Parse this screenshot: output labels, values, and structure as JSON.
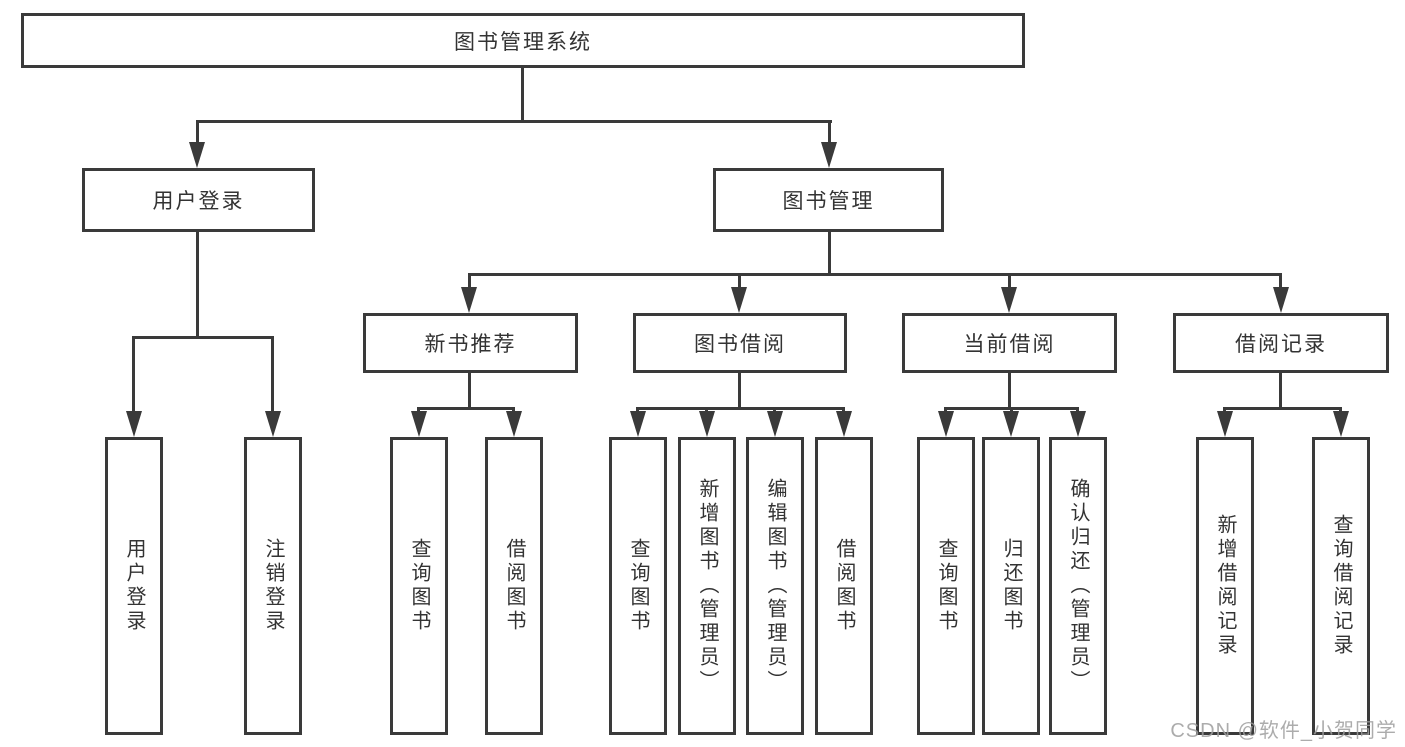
{
  "diagram_title": "图书管理系统",
  "nodes": {
    "root": "图书管理系统",
    "user_login": "用户登录",
    "book_mgmt": "图书管理",
    "modules": [
      "新书推荐",
      "图书借阅",
      "当前借阅",
      "借阅记录"
    ],
    "user_login_children": [
      "用户登录",
      "注销登录"
    ],
    "new_book_children": [
      "查询图书",
      "借阅图书"
    ],
    "book_borrow_children": [
      "查询图书",
      "新增图书（管理员）",
      "编辑图书（管理员）",
      "借阅图书"
    ],
    "current_borrow_children": [
      "查询图书",
      "归还图书",
      "确认归还（管理员）"
    ],
    "record_children": [
      "新增借阅记录",
      "查询借阅记录"
    ]
  },
  "hierarchy": {
    "图书管理系统": {
      "用户登录": [
        "用户登录",
        "注销登录"
      ],
      "图书管理": {
        "新书推荐": [
          "查询图书",
          "借阅图书"
        ],
        "图书借阅": [
          "查询图书",
          "新增图书（管理员）",
          "编辑图书（管理员）",
          "借阅图书"
        ],
        "当前借阅": [
          "查询图书",
          "归还图书",
          "确认归还（管理员）"
        ],
        "借阅记录": [
          "新增借阅记录",
          "查询借阅记录"
        ]
      }
    }
  },
  "watermark": "CSDN @软件_小贺同学",
  "colors": {
    "line": "#3a3a3a",
    "text": "#333333",
    "background": "#ffffff",
    "watermark": "#9e9e9e"
  }
}
